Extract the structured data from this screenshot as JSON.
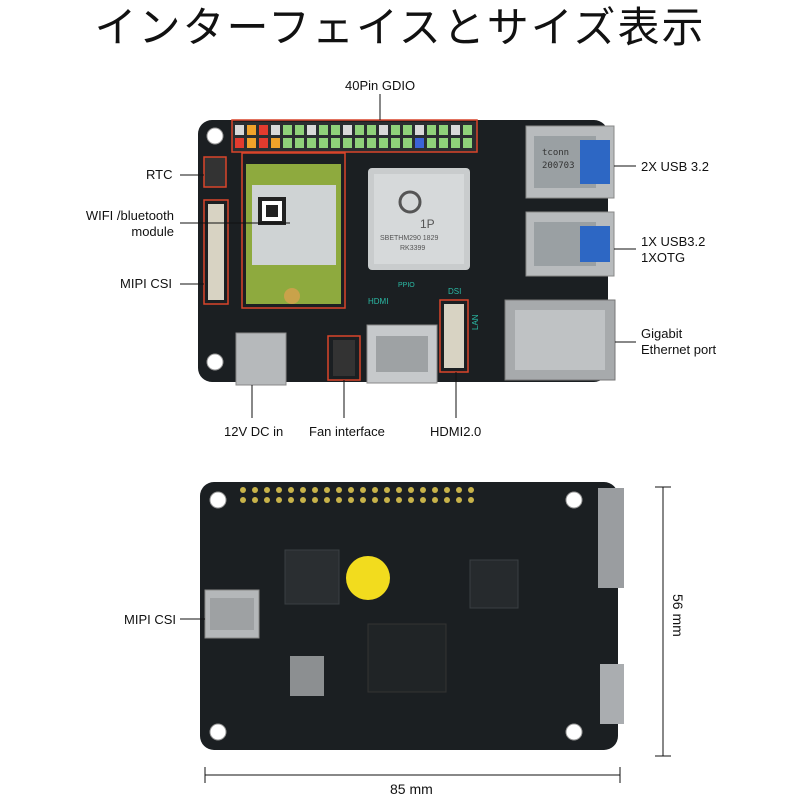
{
  "title": "インターフェイスとサイズ表示",
  "top_labels": {
    "gpio": "40Pin GDIO",
    "rtc": "RTC",
    "wifi": "WIFI /bluetooth\nmodule",
    "mipi_csi": "MIPI CSI",
    "usb32": "2X USB 3.2",
    "usb_otg": "1X USB3.2\n1XOTG",
    "ethernet": "Gigabit\nEthernet port",
    "dc_in": "12V DC in",
    "fan": "Fan interface",
    "hdmi": "HDMI2.0"
  },
  "bottom_labels": {
    "mipi_csi": "MIPI CSI"
  },
  "dimensions": {
    "height": "56 mm",
    "width": "85 mm"
  },
  "chip_text": {
    "soc_line1": "SBETHM290 1829",
    "soc_line2": "RK3399",
    "usb_text": "tconn\n200703",
    "hdmi_silk": "HDMI",
    "dsi_silk": "DSI",
    "lan_silk": "LAN",
    "ppio_silk": "PPIO"
  },
  "colors": {
    "pcb": "#1b1f22",
    "highlight": "#d9452b",
    "yellow": "#f2dc1e"
  }
}
